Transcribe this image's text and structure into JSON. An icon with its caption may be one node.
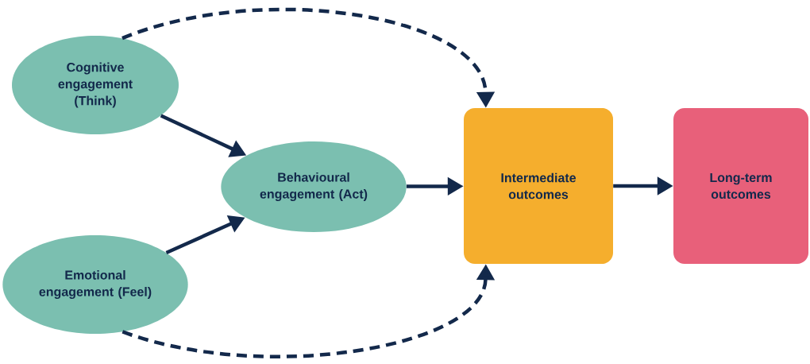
{
  "diagram": {
    "nodes": [
      {
        "text": [
          "Cognitive engagement (Think)"
        ]
      },
      {
        "text": [
          "Emotional engagement (Feel)"
        ]
      },
      {
        "text": [
          "Behavioural engagement (Act)"
        ]
      },
      {
        "text": [
          "Intermediate outcomes"
        ]
      },
      {
        "text": [
          "Long-term outcomes"
        ]
      }
    ],
    "edges": [
      {
        "from": 0,
        "to": 2,
        "arrow": "to"
      },
      {
        "from": 1,
        "to": 2,
        "arrow": "to"
      },
      {
        "from": 2,
        "to": 3,
        "arrow": "to"
      },
      {
        "from": 3,
        "to": 4,
        "arrow": "to"
      },
      {
        "from": 0,
        "to": 3,
        "arrow": "to",
        "style": "dashed"
      },
      {
        "from": 1,
        "to": 3,
        "arrow": "to",
        "style": "dashed"
      }
    ]
  }
}
